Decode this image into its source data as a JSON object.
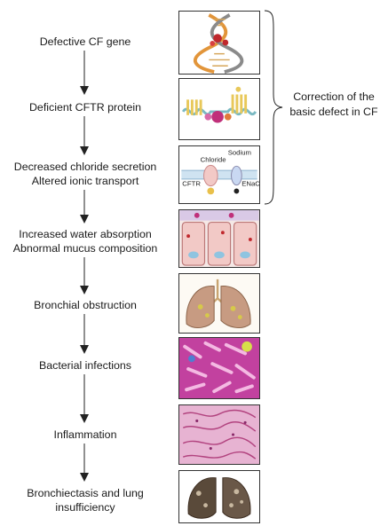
{
  "steps": [
    {
      "lines": [
        "Defective CF gene"
      ]
    },
    {
      "lines": [
        "Deficient CFTR protein"
      ]
    },
    {
      "lines": [
        "Decreased chloride secretion",
        "Altered ionic transport"
      ]
    },
    {
      "lines": [
        "Increased water absorption",
        "Abnormal mucus composition"
      ]
    },
    {
      "lines": [
        "Bronchial obstruction"
      ]
    },
    {
      "lines": [
        "Bacterial infections"
      ]
    },
    {
      "lines": [
        "Inflammation"
      ]
    },
    {
      "lines": [
        "Bronchiectasis and lung",
        "insufficiency"
      ]
    }
  ],
  "brace_label": [
    "Correction of the",
    "basic defect in CF"
  ],
  "panel_labels": {
    "chloride": "Chloride",
    "sodium": "Sodium",
    "cftr": "CFTR",
    "enac": "ENaC"
  },
  "colors": {
    "arrow": "#222222",
    "panel_border": "#333333",
    "dna_orange": "#e2953a",
    "mucus_pink": "#f2c9c6",
    "bacteria_magenta": "#c2419f",
    "tissue_pink": "#d98bb8"
  }
}
